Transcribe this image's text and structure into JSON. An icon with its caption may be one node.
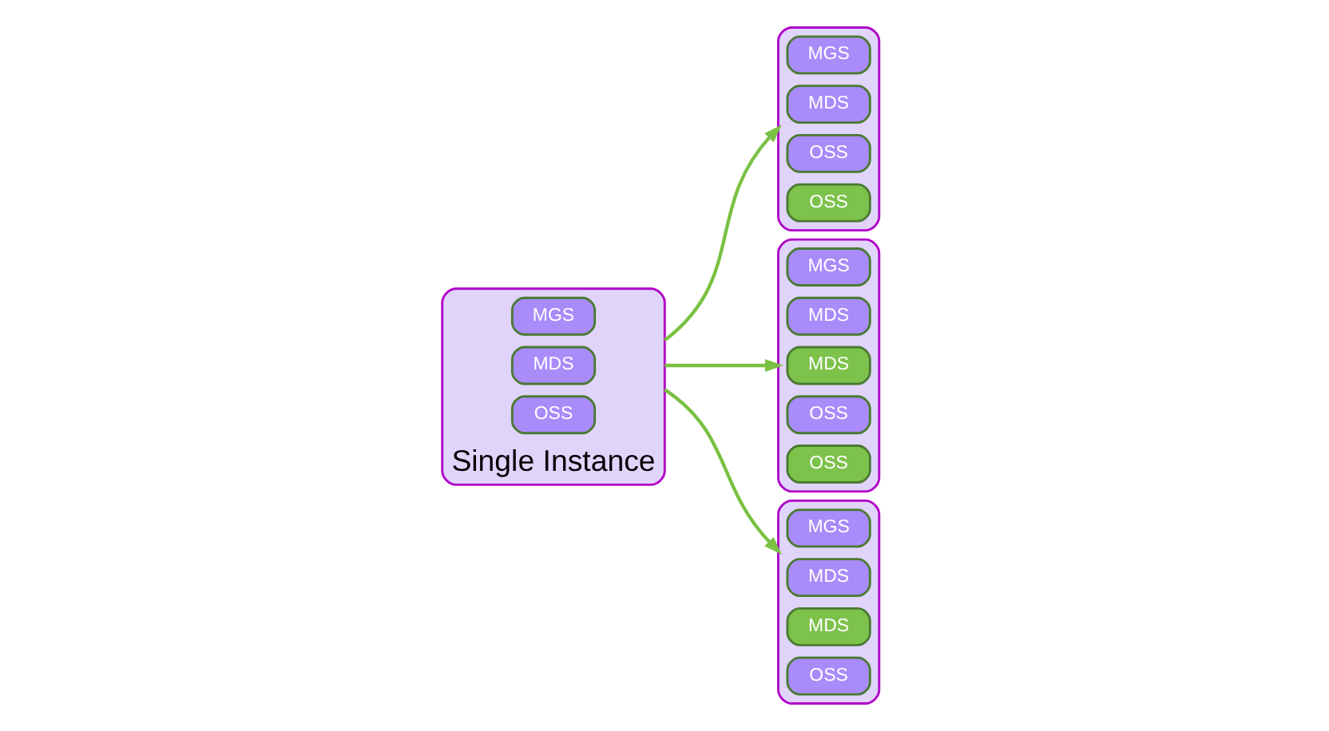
{
  "diagram": {
    "nodes": [
      {
        "text": [],
        "shape": "box",
        "beside": [
          "Single Instance"
        ]
      },
      {
        "text": [
          "MGS"
        ],
        "in": 0
      },
      {
        "text": [
          "MDS"
        ],
        "in": 0
      },
      {
        "text": [
          "OSS"
        ],
        "in": 0
      },
      {
        "text": [],
        "shape": "box"
      },
      {
        "text": [
          "MGS"
        ],
        "in": 4
      },
      {
        "text": [
          "MDS"
        ],
        "in": 4
      },
      {
        "text": [
          "OSS"
        ],
        "in": 4
      },
      {
        "text": [
          "OSS"
        ],
        "in": 4
      },
      {
        "text": [],
        "shape": "box"
      },
      {
        "text": [
          "MGS"
        ],
        "in": 9
      },
      {
        "text": [
          "MDS"
        ],
        "in": 9
      },
      {
        "text": [
          "MDS"
        ],
        "in": 9
      },
      {
        "text": [
          "OSS"
        ],
        "in": 9
      },
      {
        "text": [
          "OSS"
        ],
        "in": 9
      },
      {
        "text": [],
        "shape": "box"
      },
      {
        "text": [
          "MGS"
        ],
        "in": 15
      },
      {
        "text": [
          "MDS"
        ],
        "in": 15
      },
      {
        "text": [
          "MDS"
        ],
        "in": 15
      },
      {
        "text": [
          "OSS"
        ],
        "in": 15
      }
    ],
    "edges": [
      {
        "from": 0,
        "to": 4,
        "arrow": "to"
      },
      {
        "from": 0,
        "to": 9,
        "arrow": "to"
      },
      {
        "from": 0,
        "to": 15,
        "arrow": "to"
      }
    ]
  }
}
